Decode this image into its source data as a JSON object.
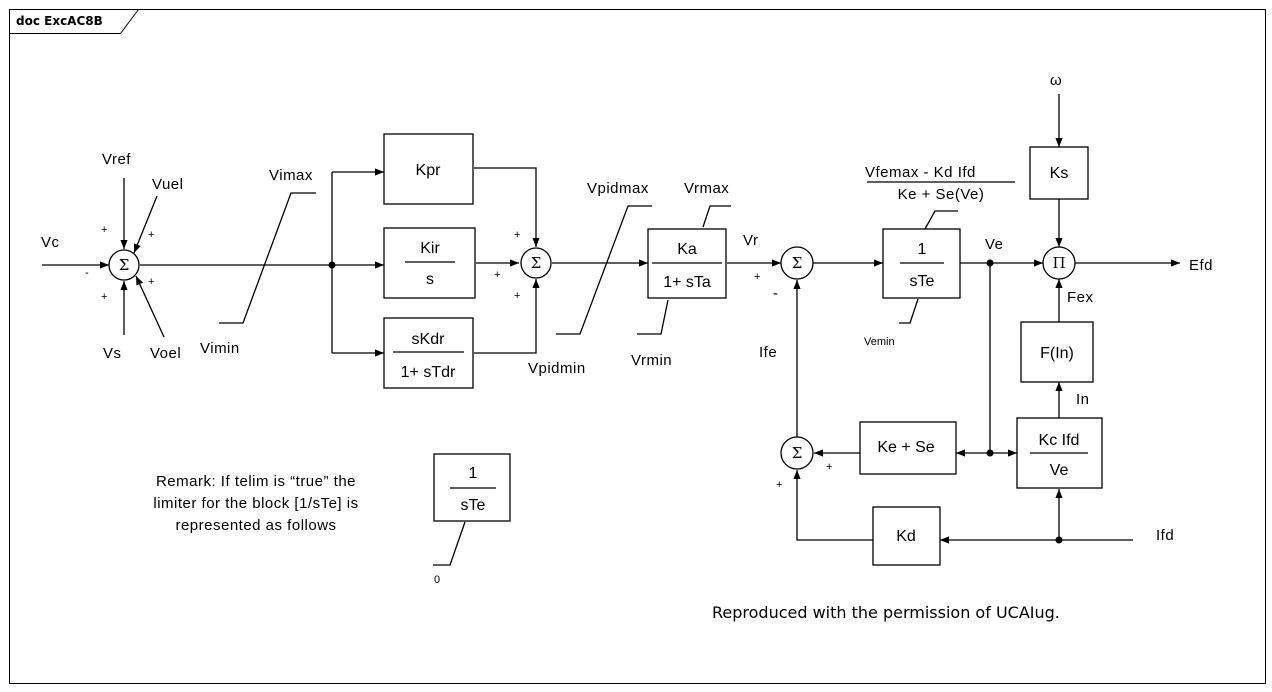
{
  "frame": {
    "tab_label": "doc ExcAC8B"
  },
  "inputs": {
    "vc": "Vc",
    "vref": "Vref",
    "vuel": "Vuel",
    "vs": "Vs",
    "voel": "Voel",
    "ifd": "Ifd",
    "omega": "ω"
  },
  "signs": {
    "plus": "+",
    "minus": "-"
  },
  "sum_symbol": "Σ",
  "product_symbol": "Π",
  "limits": {
    "vimax": "Vimax",
    "vimin": "Vimin",
    "vpidmax": "Vpidmax",
    "vpidmin": "Vpidmin",
    "vrmax": "Vrmax",
    "vrmin": "Vrmin",
    "vfemax_num": "Vfemax - Kd Ifd",
    "vfemax_den": "Ke + Se(Ve)",
    "vemin": "Vemin",
    "zero": "0"
  },
  "blocks": {
    "kpr": "Kpr",
    "kir_num": "Kir",
    "kir_den": "s",
    "kdr_num": "sKdr",
    "kdr_den": "1+ sTdr",
    "ka_num": "Ka",
    "ka_den": "1+ sTa",
    "te_num": "1",
    "te_den": "sTe",
    "ks": "Ks",
    "fin": "F(In)",
    "kc_num": "Kc Ifd",
    "kc_den": "Ve",
    "kese": "Ke + Se",
    "kd": "Kd",
    "remark_num": "1",
    "remark_den": "sTe"
  },
  "signals": {
    "vr": "Vr",
    "ve": "Ve",
    "efd": "Efd",
    "fex": "Fex",
    "in": "In",
    "ife": "Ife"
  },
  "remark": {
    "line1": "Remark: If telim is “true” the",
    "line2": "limiter for the block [1/sTe] is",
    "line3": "represented as follows"
  },
  "footer": "Reproduced with the permission of UCAIug."
}
